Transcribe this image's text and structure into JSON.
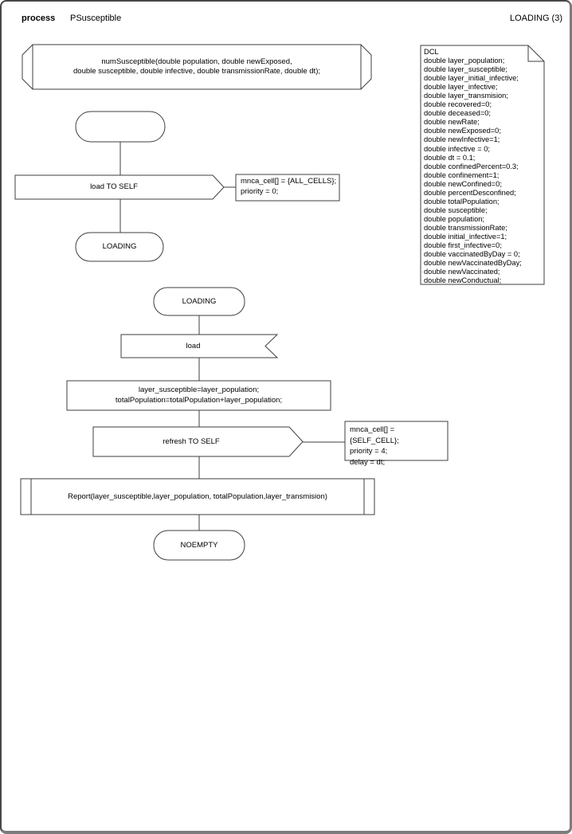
{
  "header": {
    "kind_label": "process",
    "process_name": "PSusceptible",
    "page_label": "LOADING (3)"
  },
  "signature": {
    "text": "numSusceptible(double population, double newExposed,\ndouble susceptible, double infective, double transmissionRate, double dt);"
  },
  "dcl_note": {
    "text": "DCL\ndouble layer_population;\ndouble layer_susceptible;\ndouble layer_initial_infective;\ndouble layer_infective;\ndouble layer_transmision;\ndouble recovered=0;\ndouble deceased=0;\ndouble newRate;\ndouble newExposed=0;\ndouble newInfective=1;\ndouble infective = 0;\ndouble dt = 0.1;\ndouble confinedPercent=0.3;\ndouble confinement=1;\ndouble newConfined=0;\ndouble percentDesconfined;\ndouble totalPopulation;\ndouble susceptible;\ndouble population;\ndouble transmissionRate;\ndouble initial_infective=1;\ndouble first_infective=0;\ndouble vaccinatedByDay = 0;\ndouble newVaccinatedByDay;\ndouble newVaccinated;\ndouble newConductual;"
  },
  "flow1": {
    "start_label": "",
    "send_label": "load TO SELF",
    "comment": "mnca_cell[] = {ALL_CELLS};\npriority = 0;",
    "end_label": "LOADING"
  },
  "flow2": {
    "start_label": "LOADING",
    "receive_label": "load",
    "assign_text": "layer_susceptible=layer_population;\ntotalPopulation=totalPopulation+layer_population;",
    "send_label": "refresh TO SELF",
    "comment": "mnca_cell[] = {SELF_CELL};\npriority = 4;\ndelay = dt;",
    "report_text": "Report(layer_susceptible,layer_population, totalPopulation,layer_transmision)",
    "end_label": "NOEMPTY"
  },
  "colors": {
    "stroke": "#3f3f3f",
    "fill": "#ffffff",
    "frame_dark": "#474747",
    "frame_gray": "#7c7c7c"
  }
}
